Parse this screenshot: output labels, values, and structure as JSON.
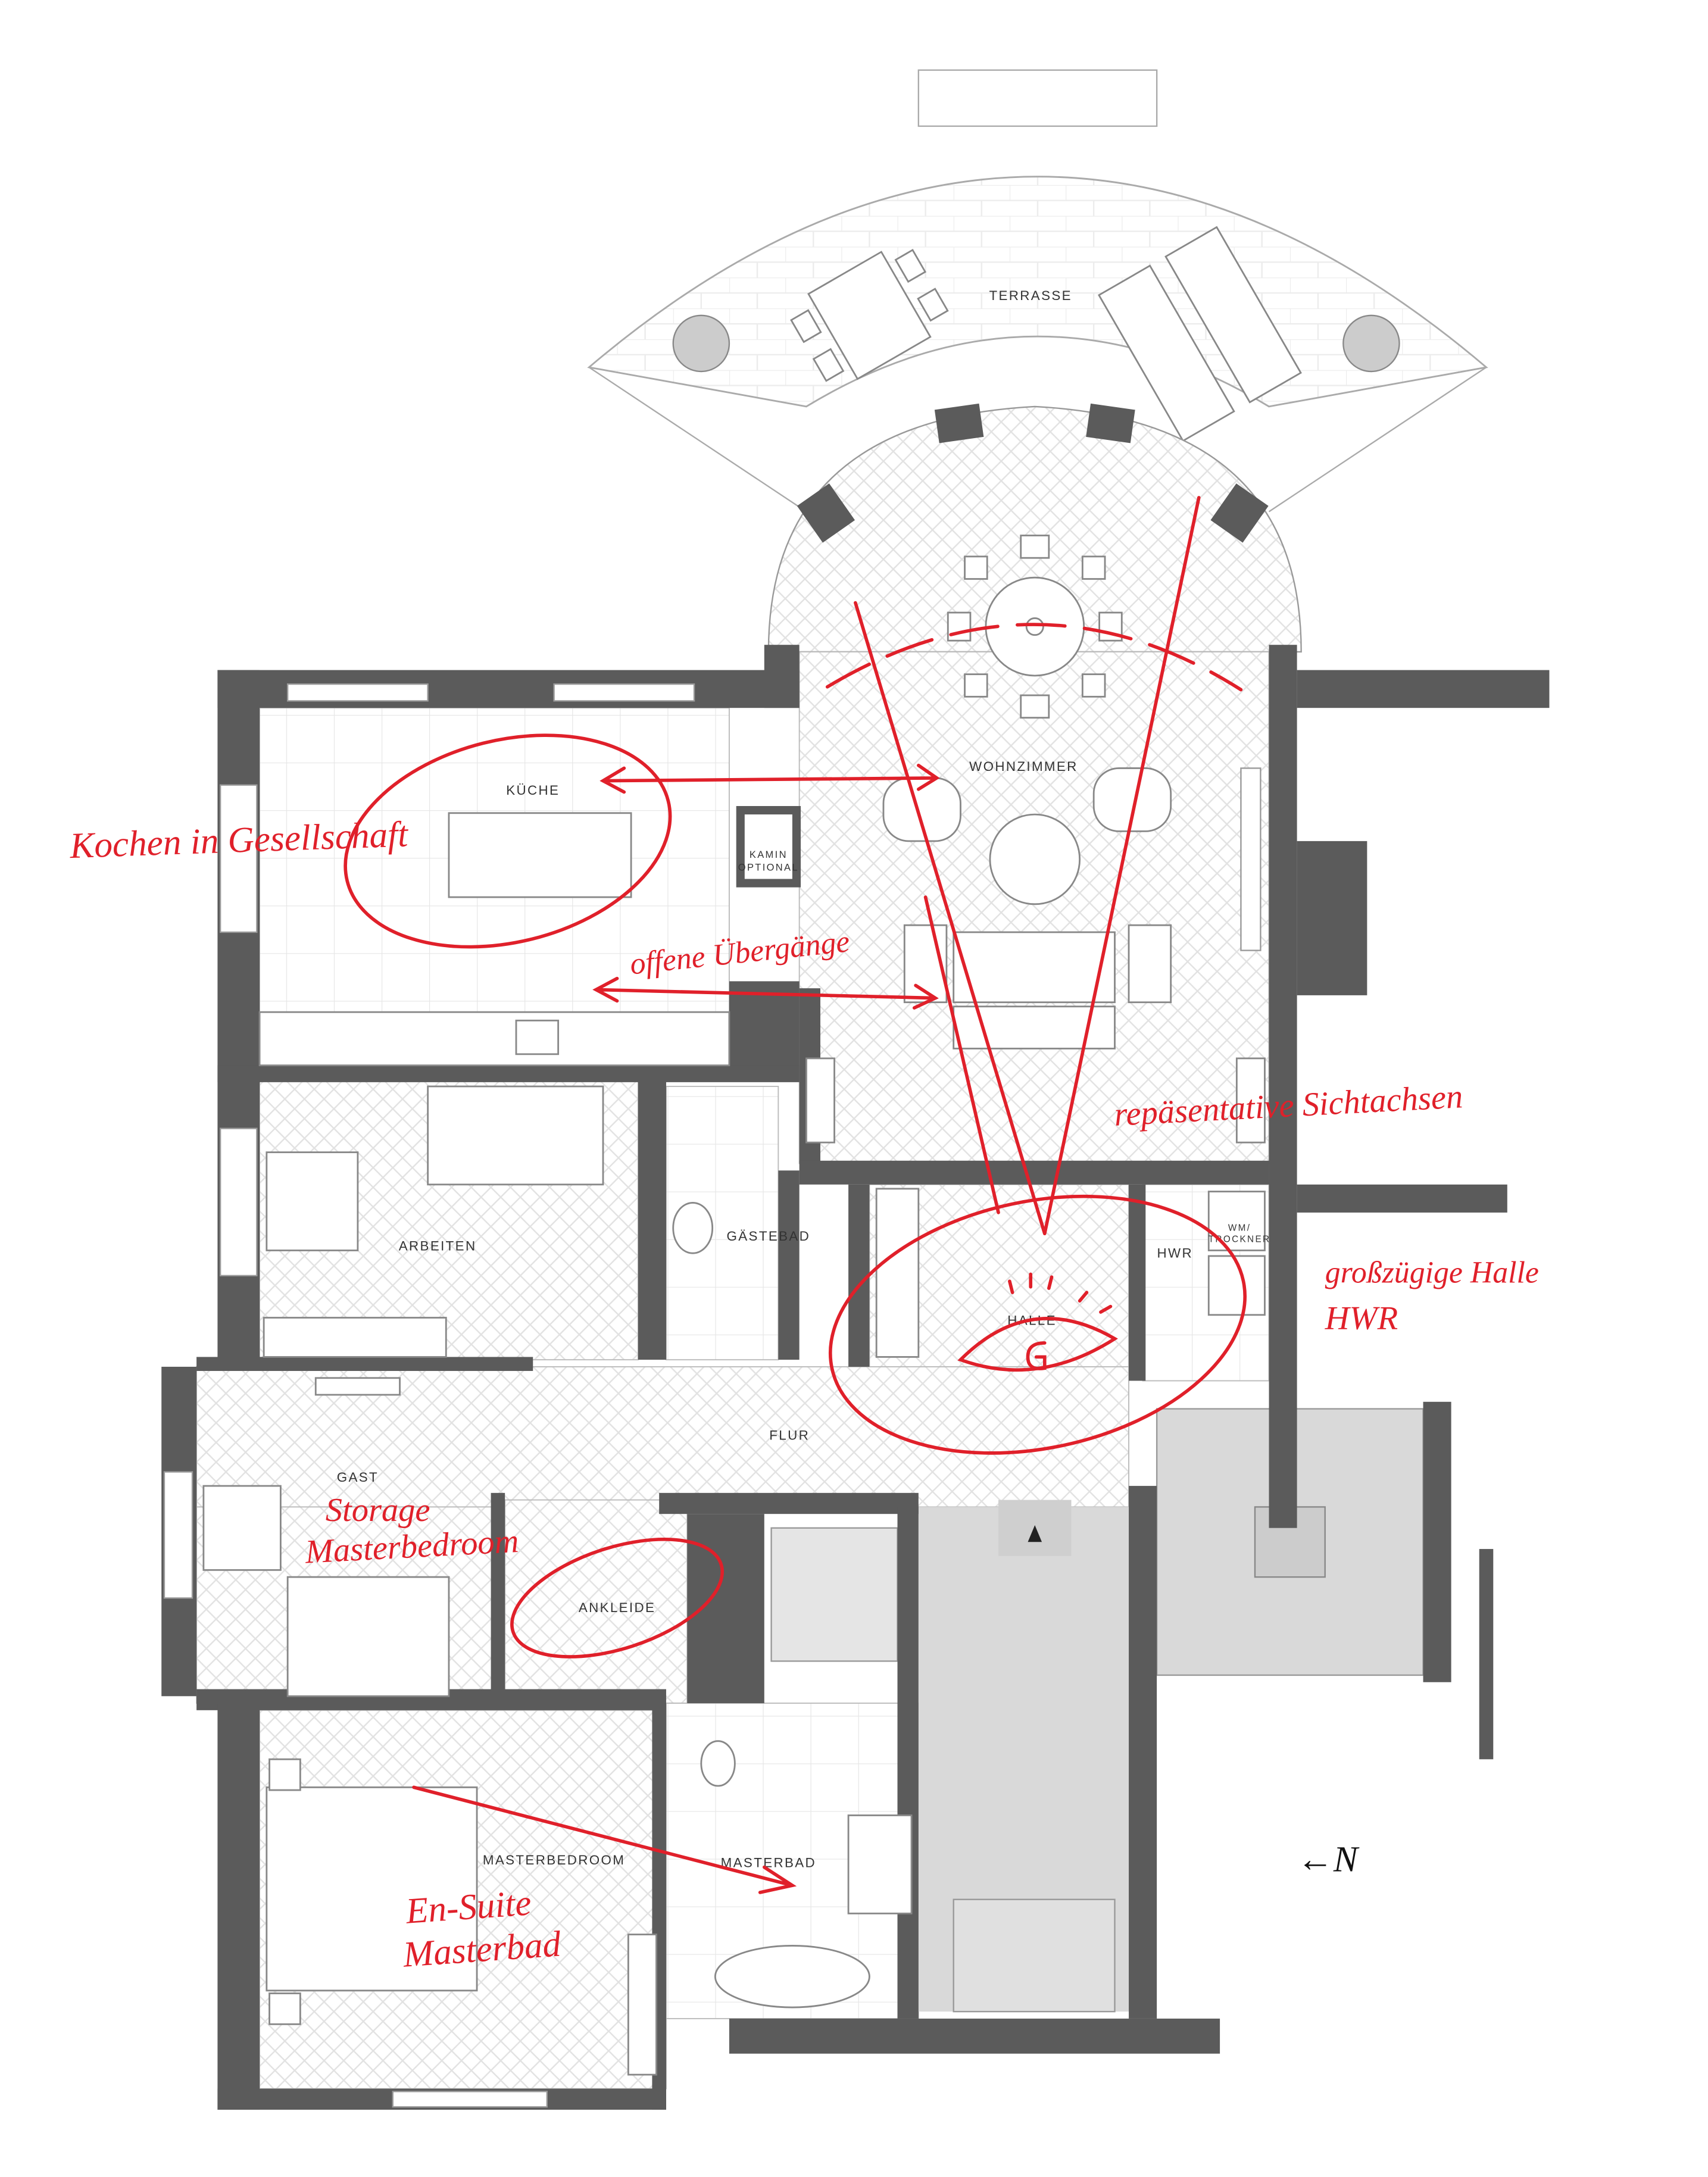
{
  "rooms": {
    "terrasse": "TERRASSE",
    "kueche": "KÜCHE",
    "kamin_line1": "KAMIN",
    "kamin_line2": "OPTIONAL",
    "wohnzimmer": "WOHNZIMMER",
    "arbeiten": "ARBEITEN",
    "gaestebad": "GÄSTEBAD",
    "hwr": "HWR",
    "wm_line1": "WM/",
    "wm_line2": "TROCKNER",
    "halle": "HALLE",
    "flur": "FLUR",
    "gast": "GAST",
    "ankleide": "ANKLEIDE",
    "masterbedroom": "MASTERBEDROOM",
    "masterbad": "MASTERBAD"
  },
  "annotations": {
    "kochen": "Kochen in Gesellschaft",
    "uebergaenge": "offene Übergänge",
    "sichtachsen": "repäsentative Sichtachsen",
    "halle": "großzügige Halle",
    "hwr": "HWR",
    "storage": "Storage",
    "storage_room": "Masterbedroom",
    "ensuite": "En-Suite",
    "ensuite_room": "Masterbad",
    "north": "←N",
    "annotation_color": "#e0202a"
  },
  "colors": {
    "wall": "#5b5b5b",
    "stair": "#d9d9d9",
    "annotation": "#e0202a"
  }
}
